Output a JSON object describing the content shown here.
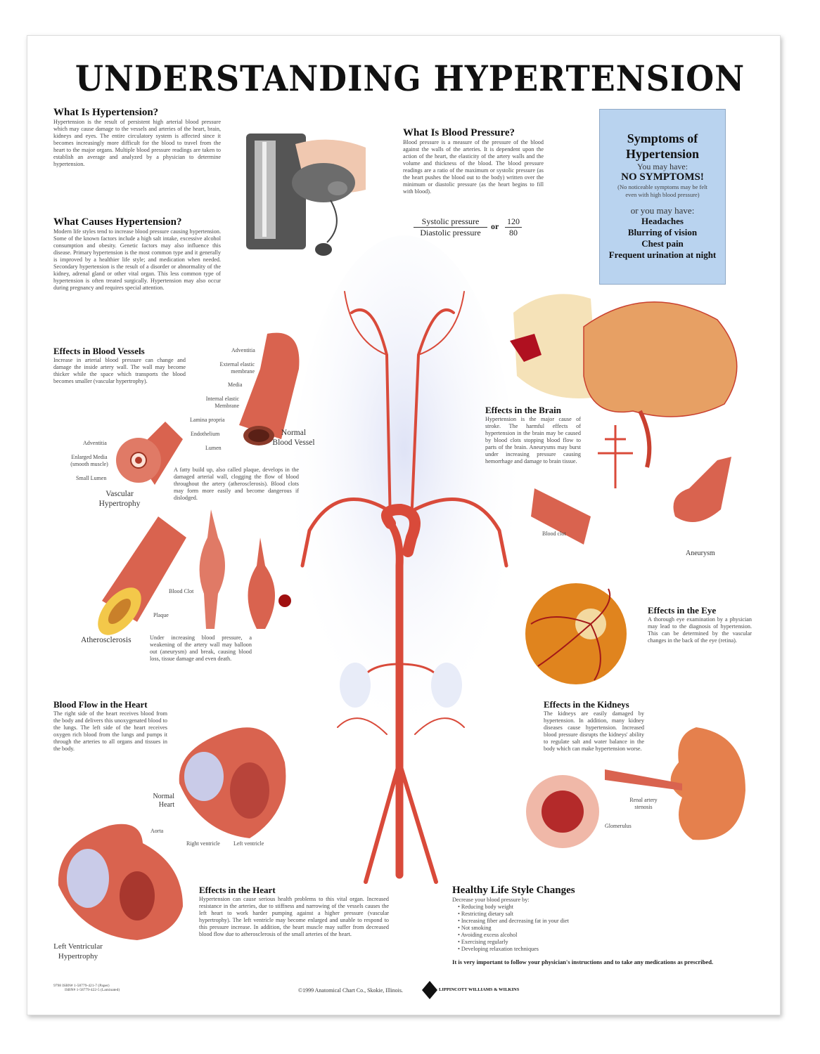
{
  "title": "UNDERSTANDING HYPERTENSION",
  "what_is": {
    "heading": "What Is Hypertension?",
    "body": "Hypertension is the result of persistent high arterial blood pressure which may cause damage to the vessels and arteries of the heart, brain, kidneys and eyes. The entire circulatory system is affected since it becomes increasingly more difficult for the blood to travel from the heart to the major organs. Multiple blood pressure readings are taken to establish an average and analyzed by a physician to determine hypertension."
  },
  "causes": {
    "heading": "What Causes Hypertension?",
    "body": "Modern life styles tend to increase blood pressure causing hypertension. Some of the known factors include a high salt intake, excessive alcohol consumption and obesity. Genetic factors may also influence this disease. Primary hypertension is the most common type and it generally is improved by a healthier life style; and medication when needed. Secondary hypertension is the result of a disorder or abnormality of the kidney, adrenal gland or other vital organ. This less common type of hypertension is often treated surgically. Hypertension may also occur during pregnancy and requires special attention."
  },
  "blood_pressure": {
    "heading": "What Is Blood Pressure?",
    "body": "Blood pressure is a measure of the pressure of the blood against the walls of the arteries. It is dependent upon the action of the heart, the elasticity of the artery walls and the volume and thickness of the blood. The blood pressure readings are a ratio of the maximum or systolic pressure (as the heart pushes the blood out to the body) written over the minimum or diastolic pressure (as the heart begins to fill with blood).",
    "systolic_label": "Systolic pressure",
    "diastolic_label": "Diastolic pressure",
    "or": "or",
    "systolic_value": "120",
    "diastolic_value": "80"
  },
  "symptoms": {
    "title": "Symptoms of Hypertension",
    "may_have": "You may have:",
    "none": "NO SYMPTOMS!",
    "note": "(No noticeable symptoms may be felt even with high blood pressure)",
    "or_may_have": "or you may have:",
    "items": [
      "Headaches",
      "Blurring of vision",
      "Chest pain",
      "Frequent urination at night"
    ],
    "bg_color": "#b9d3ef"
  },
  "vessels": {
    "heading": "Effects in Blood Vessels",
    "body": "Increase in arterial blood pressure can change and damage the inside artery wall. The wall may become thicker while the space which transports the blood becomes smaller (vascular hypertrophy).",
    "normal_labels": [
      "Adventitia",
      "External elastic membrane",
      "Media",
      "Internal elastic Membrane",
      "Lamina propria",
      "Endothelium",
      "Lumen"
    ],
    "normal_caption": "Normal Blood Vessel",
    "hyper_labels": [
      "Adventitia",
      "Enlarged Media (smooth muscle)",
      "Small Lumen"
    ],
    "hyper_caption": "Vascular Hypertrophy",
    "plaque_text": "A fatty build up, also called plaque, develops in the damaged arterial wall, clogging the flow of blood throughout the artery (atherosclerosis). Blood clots may form more easily and become dangerous if dislodged.",
    "blood_clot": "Blood Clot",
    "plaque": "Plaque",
    "athero_caption": "Atherosclerosis",
    "aneurysm_text": "Under increasing blood pressure, a weakening of the artery wall may balloon out (aneurysm) and break, causing blood loss, tissue damage and even death."
  },
  "brain": {
    "heading": "Effects in the Brain",
    "body": "Hypertension is the major cause of stroke. The harmful effects of hypertension in the brain may be caused by blood clots stopping blood flow to parts of the brain. Aneurysms may burst under increasing pressure causing hemorrhage and damage to brain tissue.",
    "blood_clot": "Blood clot",
    "aneurysm": "Aneurysm"
  },
  "eye": {
    "heading": "Effects in the Eye",
    "body": "A thorough eye examination by a physician may lead to the diagnosis of hypertension. This can be determined by the vascular changes in the back of the eye (retina)."
  },
  "kidneys": {
    "heading": "Effects in the Kidneys",
    "body": "The kidneys are easily damaged by hypertension. In addition, many kidney diseases cause hypertension. Increased blood pressure disrupts the kidneys' ability to regulate salt and water balance in the body which can make hypertension worse.",
    "renal": "Renal artery stenosis",
    "glomerulus": "Glomerulus"
  },
  "heart_flow": {
    "heading": "Blood Flow in the Heart",
    "body": "The right side of the heart receives blood from the body and delivers this unoxygenated blood to the lungs. The left side of the heart receives oxygen rich blood from the lungs and pumps it through the arteries to all organs and tissues in the body.",
    "normal": "Normal Heart",
    "aorta": "Aorta",
    "right_ventricle": "Right ventricle",
    "left_ventricle": "Left ventricle",
    "lvh": "Left Ventricular Hypertrophy"
  },
  "heart_effects": {
    "heading": "Effects in the Heart",
    "body": "Hypertension can cause serious health problems to this vital organ. Increased resistance in the arteries, due to stiffness and narrowing of the vessels causes the left heart to work harder pumping against a higher pressure (vascular hypertrophy). The left ventricle may become enlarged and unable to respond to this pressure increase. In addition, the heart muscle may suffer from decreased blood flow due to atherosclerosis of the small arteries of the heart."
  },
  "lifestyle": {
    "heading": "Healthy Life Style Changes",
    "intro": "Decrease your blood pressure by:",
    "items": [
      "Reducing body weight",
      "Restricting dietary salt",
      "Increasing fiber and decreasing fat in your diet",
      "Not smoking",
      "Avoiding excess alcohol",
      "Exercising regularly",
      "Developing relaxation techniques"
    ],
    "note": "It is very important to follow your physician's instructions and to take any medications as prescribed."
  },
  "footer": {
    "catalog": "9798",
    "isbn_paper": "ISBN# 1-58779-421-7 (Paper)",
    "isbn_lam": "ISBN# 1-58779-422-5 (Laminated)",
    "copyright": "©1999 Anatomical Chart Co., Skokie, Illinois.",
    "publisher": "LIPPINCOTT WILLIAMS & WILKINS"
  },
  "colors": {
    "artery": "#d94a3a",
    "tissue": "#e8826a"
  }
}
